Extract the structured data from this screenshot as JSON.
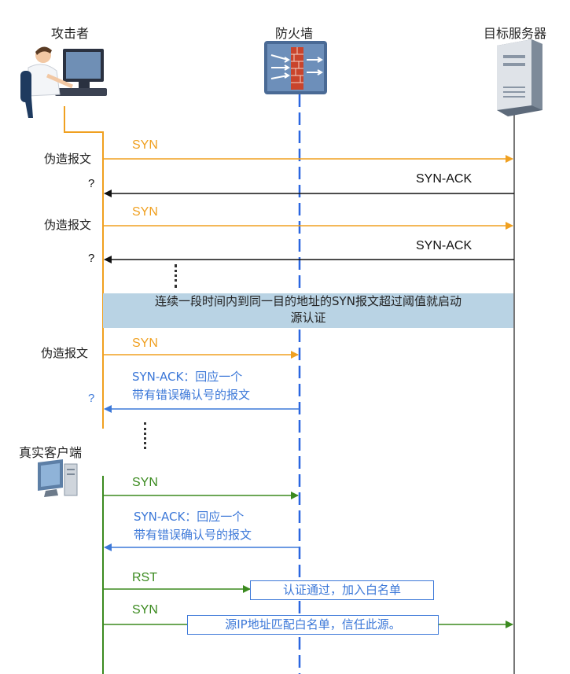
{
  "actors": {
    "attacker": "攻击者",
    "firewall": "防火墙",
    "server": "目标服务器",
    "real_client": "真实客户端"
  },
  "labels": {
    "forged_packet": "伪造报文",
    "question": "?"
  },
  "messages": {
    "syn": "SYN",
    "syn_ack": "SYN-ACK",
    "rst": "RST",
    "syn_ack_wrong_line1": "SYN-ACK：回应一个",
    "syn_ack_wrong_line2": "带有错误确认号的报文"
  },
  "banner": {
    "line1": "连续一段时间内到同一目的地址的SYN报文超过阈值就启动",
    "line2": "源认证"
  },
  "notes": {
    "auth_passed": "认证通过，加入白名单",
    "whitelist_match": "源IP地址匹配白名单，信任此源。"
  },
  "colors": {
    "attack_flow": "#f0a020",
    "server_reply": "#111111",
    "firewall_reply": "#3c78d8",
    "real_client_flow": "#3b8a1f",
    "banner_bg": "#b9d3e4",
    "firewall_line": "#2a66e0"
  }
}
